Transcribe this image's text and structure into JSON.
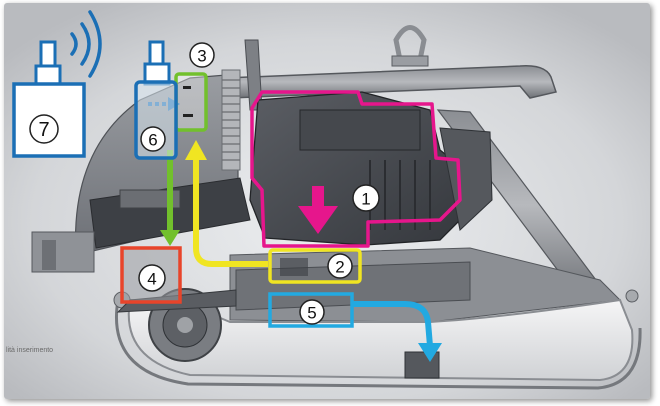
{
  "badges": {
    "b1": "1",
    "b2": "2",
    "b3": "3",
    "b4": "4",
    "b5": "5",
    "b6": "6",
    "b7": "7"
  },
  "caption": "lità inserimento",
  "colors": {
    "magenta": "#e6168c",
    "yellow": "#f0e522",
    "green": "#72c02c",
    "blue": "#1b6fb5",
    "cyan": "#22a9e1",
    "red": "#e8442a",
    "machine_dark": "#4a4d52",
    "machine_mid": "#8d9095",
    "machine_light": "#c9cbcf",
    "background": "#d9dade"
  },
  "icons": [
    "transmitter-icon",
    "signal-waves-icon",
    "receiver-icon",
    "flow-arrow-icon",
    "down-arrow-icon"
  ]
}
